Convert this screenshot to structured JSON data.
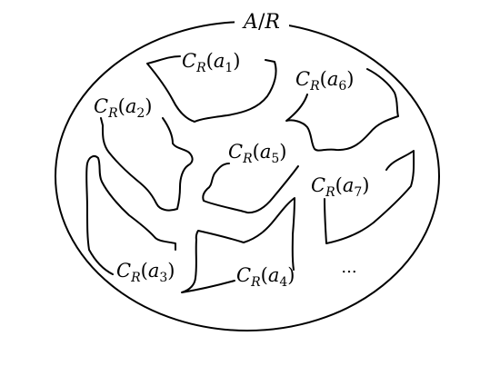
{
  "set_label": {
    "base": "A",
    "slash": "/",
    "mod": "R"
  },
  "classes": [
    {
      "id": "a1",
      "base": "C",
      "sub": "R",
      "open": "(",
      "arg": "a",
      "arg_sub": "1",
      "close": ")"
    },
    {
      "id": "a2",
      "base": "C",
      "sub": "R",
      "open": "(",
      "arg": "a",
      "arg_sub": "2",
      "close": ")"
    },
    {
      "id": "a3",
      "base": "C",
      "sub": "R",
      "open": "(",
      "arg": "a",
      "arg_sub": "3",
      "close": ")"
    },
    {
      "id": "a4",
      "base": "C",
      "sub": "R",
      "open": "(",
      "arg": "a",
      "arg_sub": "4",
      "close": ")"
    },
    {
      "id": "a5",
      "base": "C",
      "sub": "R",
      "open": "(",
      "arg": "a",
      "arg_sub": "5",
      "close": ")"
    },
    {
      "id": "a6",
      "base": "C",
      "sub": "R",
      "open": "(",
      "arg": "a",
      "arg_sub": "6",
      "close": ")"
    },
    {
      "id": "a7",
      "base": "C",
      "sub": "R",
      "open": "(",
      "arg": "a",
      "arg_sub": "7",
      "close": ")"
    }
  ],
  "ellipsis": "..."
}
